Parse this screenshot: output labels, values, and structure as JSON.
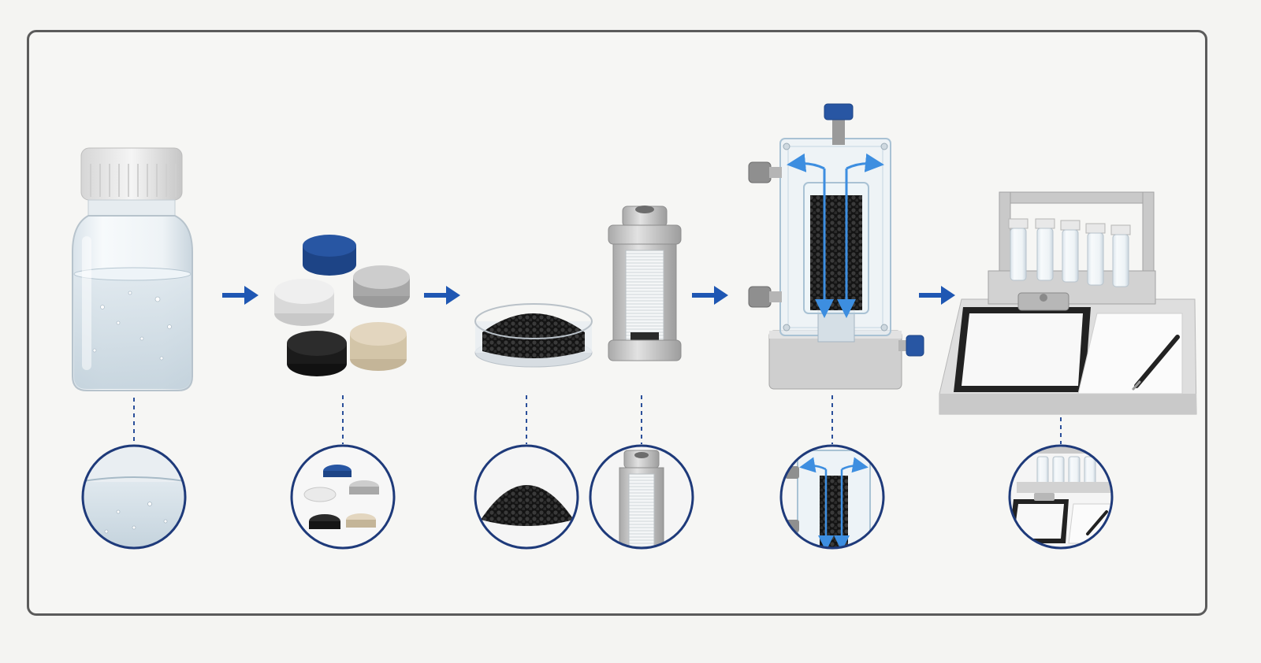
{
  "colors": {
    "frame": "#5b5b5b",
    "arrow": "#1f57b3",
    "connector": "#2a4f9a",
    "inset_ring": "#1e3a7a",
    "blue_part": "#2856a3",
    "grey_part": "#cfcfcf",
    "dark_media": "#1c1c1c",
    "tan_media": "#e3d6bf",
    "flow_arrow": "#3d8ee0"
  },
  "steps": [
    {
      "id": "water-sample",
      "icon": "water-bottle-icon",
      "inset": "water-surface-closeup"
    },
    {
      "id": "filter-media-discs",
      "icon": "media-discs-icon",
      "inset": "media-discs-closeup"
    },
    {
      "id": "granular-media-and-cartridge",
      "icon": "granules-dish-icon",
      "second_icon": "filter-cartridge-icon",
      "inset": "granules-closeup",
      "second_inset": "cartridge-closeup"
    },
    {
      "id": "flow-through-test-cell",
      "icon": "test-cell-icon",
      "inset": "test-cell-closeup"
    },
    {
      "id": "sample-collection-and-records",
      "icon": "vial-rack-clipboard-icon",
      "inset": "vials-clipboard-closeup"
    }
  ]
}
